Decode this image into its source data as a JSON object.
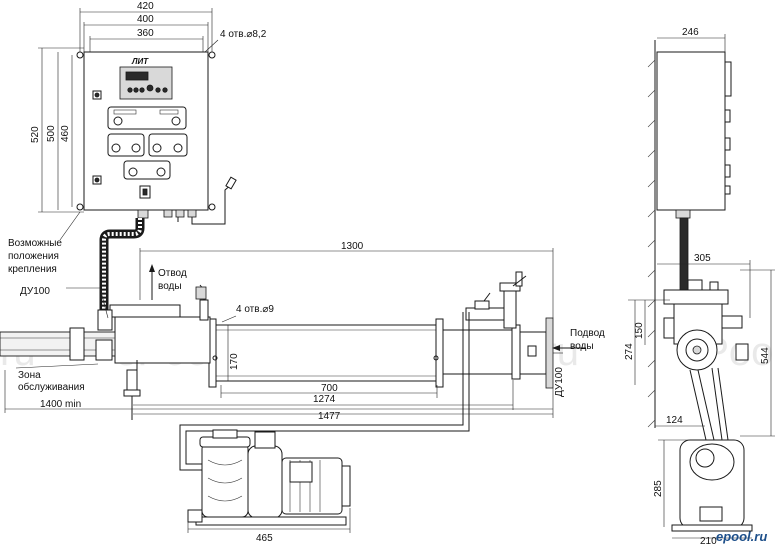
{
  "dimensions": {
    "panel_width_outer": "420",
    "panel_width_body": "400",
    "panel_width_holes": "360",
    "panel_height_outer": "520",
    "panel_height_body": "500",
    "panel_height_holes": "460",
    "holes_panel": "4 отв.⌀8,2",
    "length_1300": "1300",
    "holes_body": "4 отв.⌀9",
    "height_170": "170",
    "length_700": "700",
    "length_1274": "1274",
    "length_1477": "1477",
    "length_1400min": "1400 min",
    "dn_left": "ДУ100",
    "dn_right": "ДУ100",
    "pump_width": "465",
    "side_246": "246",
    "side_305": "305",
    "side_150": "150",
    "side_274": "274",
    "side_544": "544",
    "side_124": "124",
    "side_285": "285",
    "side_210": "210"
  },
  "labels": {
    "mounting_positions": "Возможные\nположения\nкрепления",
    "water_outlet": "Отвод\nводы",
    "water_inlet": "Подвод\nводы",
    "service_zone": "Зона\nобслуживания",
    "panel_brand": "ЛИТ"
  },
  "watermark": {
    "text_left": "ru",
    "text_mid": "ePool.ru",
    "text_right": "ePool.ru",
    "text_far": "ePoo",
    "logo": "epool.ru"
  },
  "colors": {
    "line": "#1a1a1a",
    "watermark": "#cfcfcf",
    "logo": "#1d4f8a"
  }
}
